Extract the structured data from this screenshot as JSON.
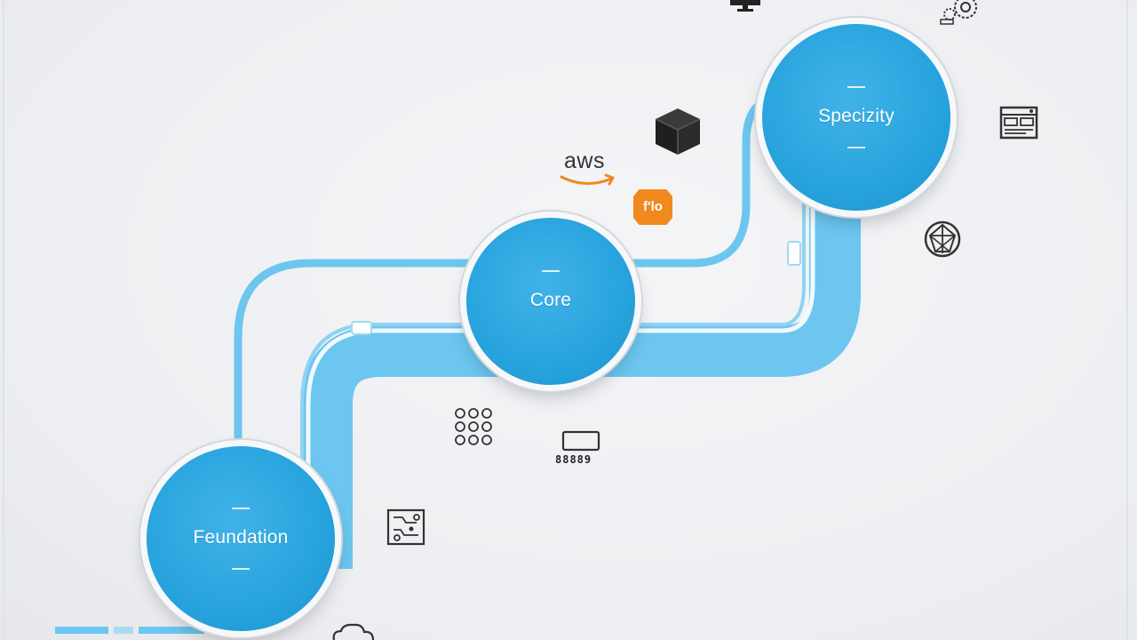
{
  "stages": [
    {
      "id": "foundation",
      "label": "Feundation"
    },
    {
      "id": "core",
      "label": "Core"
    },
    {
      "id": "specialty",
      "label": "Specizity"
    }
  ],
  "badges": {
    "aws": "aws",
    "orange_badge": "f'lo",
    "digits": "88889"
  },
  "colors": {
    "node_blue": "#27a3dd",
    "path_light_blue": "#6cc6ef",
    "path_thin_blue": "#8fd3f3",
    "aws_orange": "#f0891e",
    "background": "#eceef1"
  },
  "icons": [
    "monitor-icon",
    "gear-cluster-icon",
    "cube-icon",
    "aws-logo",
    "orange-box-icon",
    "dashboard-panel-icon",
    "globe-network-icon",
    "network-grid-icon",
    "keyboard-icon",
    "circuit-board-icon",
    "cloud-icon"
  ]
}
